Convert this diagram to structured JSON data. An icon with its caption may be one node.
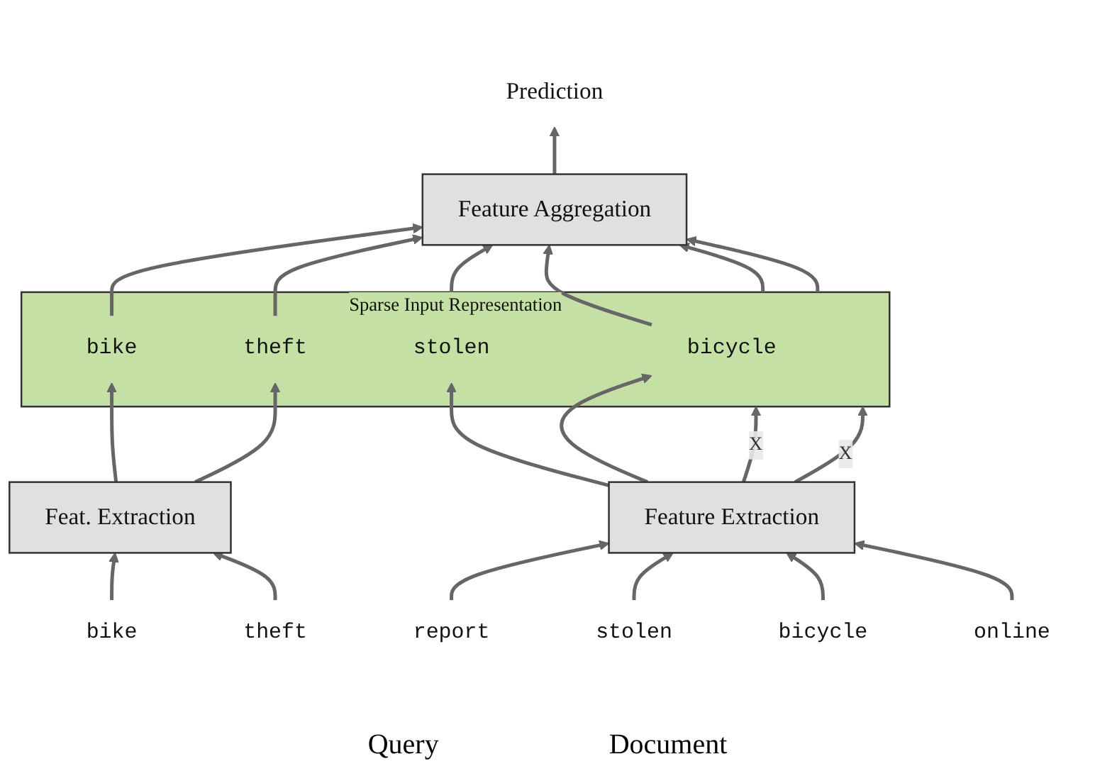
{
  "diagram": {
    "nodes": [
      {
        "text": [
          "Prediction"
        ]
      },
      {
        "text": [
          "Feature Aggregation"
        ]
      },
      {
        "text": [
          "Sparse Input Representation"
        ]
      },
      {
        "text": [
          "bike"
        ],
        "in": 2
      },
      {
        "text": [
          "theft"
        ],
        "in": 2
      },
      {
        "text": [
          "stolen"
        ],
        "in": 2
      },
      {
        "text": [
          "bicycle"
        ],
        "in": 2
      },
      {
        "text": [
          "Feat. Extraction"
        ]
      },
      {
        "text": [
          "Feature Extraction"
        ]
      },
      {
        "text": [
          "bike"
        ]
      },
      {
        "text": [
          "theft"
        ]
      },
      {
        "text": [
          "report"
        ]
      },
      {
        "text": [
          "stolen"
        ]
      },
      {
        "text": [
          "bicycle"
        ]
      },
      {
        "text": [
          "online"
        ]
      }
    ],
    "edges": [
      {
        "from": 1,
        "to": 0,
        "arrow": "to"
      },
      {
        "from": 3,
        "to": 1,
        "arrow": "to"
      },
      {
        "from": 4,
        "to": 1,
        "arrow": "to"
      },
      {
        "from": 2,
        "to": 1,
        "arrow": "to"
      },
      {
        "from": 5,
        "to": 1,
        "arrow": "to"
      },
      {
        "from": 6,
        "to": 1,
        "arrow": "to"
      },
      {
        "from": 2,
        "to": 1,
        "arrow": "to"
      },
      {
        "from": 7,
        "to": 3,
        "arrow": "to"
      },
      {
        "from": 7,
        "to": 4,
        "arrow": "to"
      },
      {
        "from": 8,
        "to": 2,
        "arrow": "to",
        "label": "X"
      },
      {
        "from": 8,
        "to": 5,
        "arrow": "to"
      },
      {
        "from": 8,
        "to": 6,
        "arrow": "to"
      },
      {
        "from": 8,
        "to": 2,
        "arrow": "to",
        "label": "X"
      },
      {
        "from": 9,
        "to": 7,
        "arrow": "to"
      },
      {
        "from": 10,
        "to": 7,
        "arrow": "to"
      },
      {
        "from": 11,
        "to": 8,
        "arrow": "to"
      },
      {
        "from": 12,
        "to": 8,
        "arrow": "to"
      },
      {
        "from": 13,
        "to": 8,
        "arrow": "to"
      },
      {
        "from": 14,
        "to": 8,
        "arrow": "to"
      }
    ],
    "labels": [
      "Query",
      "Document"
    ]
  }
}
